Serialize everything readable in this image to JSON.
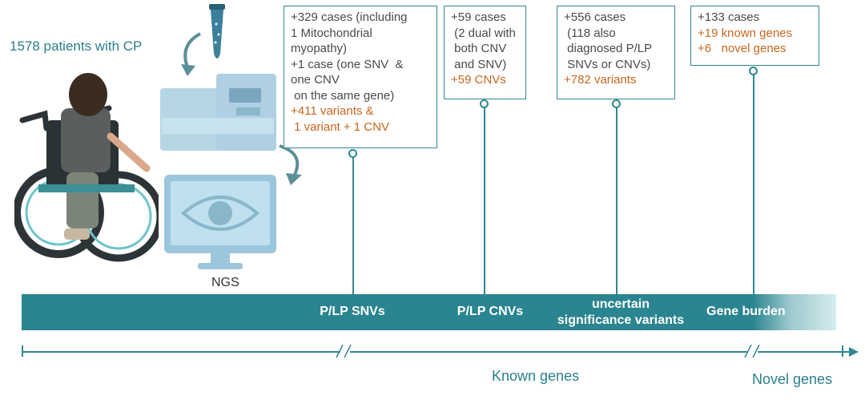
{
  "patients_label": "1578 patients with CP",
  "ngs_label": "NGS",
  "boxes": {
    "snv": {
      "lines": [
        {
          "text": "+329 cases (including",
          "style": "gray"
        },
        {
          "text": "1 Mitochondrial",
          "style": "gray"
        },
        {
          "text": "myopathy)",
          "style": "gray"
        },
        {
          "text": "+1 case (one SNV  &",
          "style": "gray"
        },
        {
          "text": "one CNV",
          "style": "gray"
        },
        {
          "text": " on the same gene)",
          "style": "gray"
        },
        {
          "text": "+411 variants &",
          "style": "orange"
        },
        {
          "text": " 1 variant + 1 CNV",
          "style": "orange"
        }
      ]
    },
    "cnv": {
      "lines": [
        {
          "text": "+59 cases",
          "style": "gray"
        },
        {
          "text": " (2 dual with",
          "style": "gray"
        },
        {
          "text": " both CNV",
          "style": "gray"
        },
        {
          "text": " and SNV)",
          "style": "gray"
        },
        {
          "text": "+59 CNVs",
          "style": "orange"
        }
      ]
    },
    "vus": {
      "lines": [
        {
          "text": "+556 cases",
          "style": "gray"
        },
        {
          "text": " (118 also",
          "style": "gray"
        },
        {
          "text": " diagnosed P/LP",
          "style": "gray"
        },
        {
          "text": " SNVs or CNVs)",
          "style": "gray"
        },
        {
          "text": "+782 variants",
          "style": "orange"
        }
      ]
    },
    "burden": {
      "lines": [
        {
          "text": "+133 cases",
          "style": "gray"
        },
        {
          "text": "+19 known genes",
          "style": "orange"
        },
        {
          "text": "+6   novel genes",
          "style": "orange"
        }
      ]
    }
  },
  "bar_labels": {
    "snv": "P/LP SNVs",
    "cnv": "P/LP CNVs",
    "vus": "uncertain\nsignificance variants",
    "burden": "Gene burden"
  },
  "axis": {
    "known": "Known genes",
    "novel": "Novel genes"
  },
  "colors": {
    "teal": "#2a8590",
    "orange": "#c8651d",
    "text_gray": "#4a4a4a"
  }
}
